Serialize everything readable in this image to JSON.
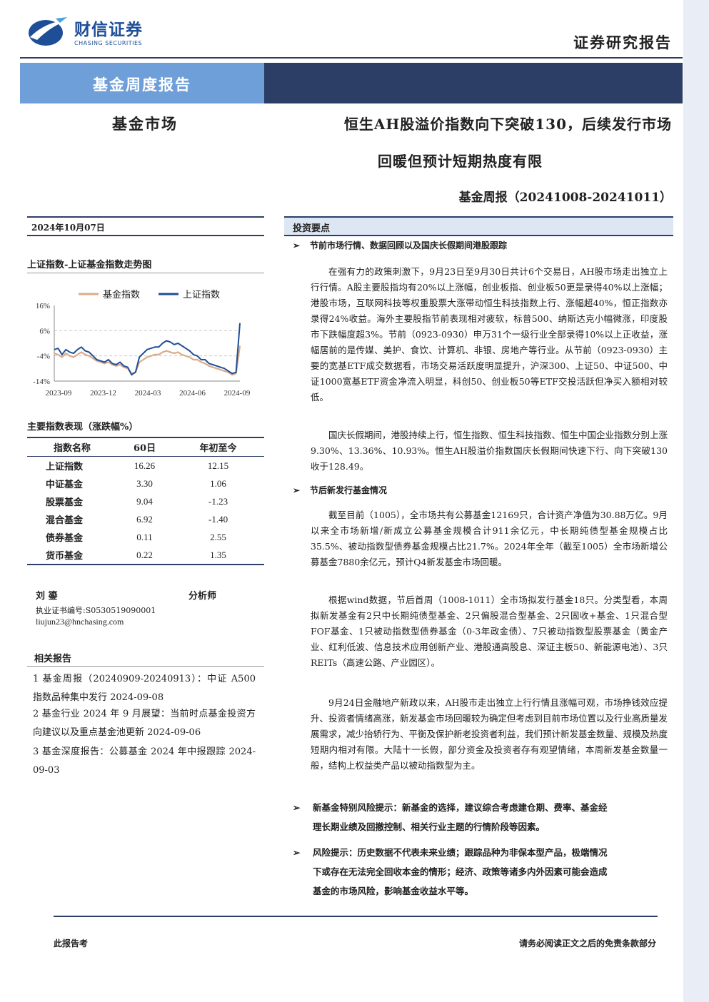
{
  "header": {
    "logo_cn": "财信证券",
    "logo_en": "CHASING SECURITIES",
    "report_type": "证券研究报告",
    "banner": "基金周度报告"
  },
  "section_name": "基金市场",
  "title_line1": "恒生AH股溢价指数向下突破130，后续发行市场",
  "title_line2": "回暖但预计短期热度有限",
  "subtitle": "基金周报（20241008-20241011）",
  "date": "2024年10月07日",
  "chart_title": "上证指数-上证基金指数走势图",
  "chart_data": {
    "type": "line",
    "legend_position": "top",
    "x_ticks": [
      "2023-09",
      "2023-12",
      "2024-03",
      "2024-06",
      "2024-09"
    ],
    "y_ticks": [
      "16%",
      "6%",
      "-4%",
      "-14%"
    ],
    "ylim": [
      -14,
      16
    ],
    "grid": "horizontal dashed",
    "series": [
      {
        "name": "基金指数",
        "color": "#d9ac8a",
        "values": [
          -3,
          -3.5,
          -4.5,
          -3,
          -4,
          -4.5,
          -3.5,
          -2.5,
          -3.5,
          -4,
          -5,
          -6,
          -6.5,
          -7,
          -6.5,
          -7.5,
          -8,
          -7.5,
          -8.5,
          -9,
          -11,
          -10.5,
          -6.5,
          -5.5,
          -4.5,
          -4,
          -3.5,
          -3.5,
          -2.5,
          -2,
          -2.5,
          -3,
          -2.5,
          -3.5,
          -4,
          -4.5,
          -5.5,
          -5.5,
          -6.5,
          -7,
          -8,
          -8.5,
          -9,
          -9.5,
          -10,
          -10.5,
          -11.5,
          -11,
          0
        ]
      },
      {
        "name": "上证指数",
        "color": "#1f4e99",
        "values": [
          -1.5,
          -1,
          -3.5,
          -1.5,
          -2.5,
          -3,
          -1.5,
          -0.5,
          -2,
          -2.5,
          -4,
          -5.5,
          -6,
          -6.5,
          -5.5,
          -7,
          -7.5,
          -6.5,
          -8,
          -8.5,
          -11.5,
          -10.5,
          -4.5,
          -3,
          -1.5,
          -1,
          -0.5,
          -0.5,
          1,
          2,
          1.5,
          0.5,
          1,
          0,
          -1,
          -2,
          -3.5,
          -4,
          -5.5,
          -5.5,
          -7,
          -7.5,
          -8,
          -8.5,
          -9,
          -10,
          -11,
          -10.5,
          9
        ]
      }
    ]
  },
  "perf_title": "主要指数表现（涨跌幅%）",
  "perf_table": {
    "headers": [
      "指数名称",
      "60日",
      "年初至今"
    ],
    "rows": [
      [
        "上证指数",
        "16.26",
        "12.15"
      ],
      [
        "中证基金",
        "3.30",
        "1.06"
      ],
      [
        "股票基金",
        "9.04",
        "-1.23"
      ],
      [
        "混合基金",
        "6.92",
        "-1.40"
      ],
      [
        "债券基金",
        "0.11",
        "2.55"
      ],
      [
        "货币基金",
        "0.22",
        "1.35"
      ]
    ]
  },
  "analyst": {
    "name": "刘   鎏",
    "role": "分析师",
    "license": "执业证书编号:S0530519090001",
    "email": "liujun23@hnchasing.com"
  },
  "related": {
    "title": "相关报告",
    "items": [
      "1 基金周报（20240909-20240913）：中证 A500 指数品种集中发行 2024-09-08",
      "2 基金行业 2024 年 9 月展望：当前时点基金投资方向建议以及重点基金池更新 2024-09-06",
      "3 基金深度报告：公募基金 2024 年中报跟踪 2024-09-03"
    ]
  },
  "invest": {
    "title": "投资要点",
    "arrow": "➢",
    "h1": "节前市场行情、数据回顾以及国庆长假期间港股跟踪",
    "p1": "在强有力的政策刺激下，9月23日至9月30日共计6个交易日，AH股市场走出独立上行行情。A股主要股指均有20%以上涨幅，创业板指、创业板50更是录得40%以上涨幅；港股市场，互联网科技等权重股票大涨带动恒生科技指数上行、涨幅超40%，恒正指数亦录得24%收益。海外主要股指节前表现相对疲软，标普500、纳斯达克小幅微涨，印度股市下跌幅度超3%。节前（0923-0930）申万31个一级行业全部录得10%以上正收益，涨幅居前的是传媒、美护、食饮、计算机、非银、房地产等行业。从节前（0923-0930）主要的宽基ETF成交数据看，市场交易活跃度明显提升，沪深300、上证50、中证500、中证1000宽基ETF资金净流入明显，科创50、创业板50等ETF交投活跃但净买入额相对较低。",
    "p2": "国庆长假期间，港股持续上行，恒生指数、恒生科技指数、恒生中国企业指数分别上涨9.30%、13.36%、10.93%。恒生AH股溢价指数国庆长假期间快速下行、向下突破130收于128.49。",
    "h2": "节后新发行基金情况",
    "p3": "截至目前（1005），全市场共有公募基金12169只，合计资产净值为30.88万亿。9月以来全市场新增/新成立公募基金规模合计911余亿元，中长期纯债型基金规模占比35.5%、被动指数型债券基金规模占比21.7%。2024年全年（截至1005）全市场新增公募基金7880余亿元，预计Q4新发基金市场回暖。",
    "p4": "根据wind数据，节后首周（1008-1011）全市场拟发行基金18只。分类型看，本周拟新发基金有2只中长期纯债型基金、2只偏股混合型基金、2只固收+基金、1只混合型FOF基金、1只被动指数型债券基金（0-3年政金债）、7只被动指数型股票基金（黄金产业、红利低波、信息技术应用创新产业、港股通高股息、深证主板50、新能源电池）、3只REITs（高速公路、产业园区）。",
    "p5": "9月24日金融地产新政以来，AH股市走出独立上行行情且涨幅可观，市场挣钱效应提升、投资者情绪高涨，新发基金市场回暖较为确定但考虑到目前市场位置以及行业高质量发展需求，减少抬轿行为、平衡及保护新老投资者利益，我们预计新发基金数量、规模及热度短期内相对有限。大陆十一长假，部分资金及投资者存有观望情绪，本周新发基金数量一般，结构上权益类产品以被动指数型为主。",
    "risk1a": "新基金特别风险提示：新基金的选择，建议综合考虑建仓期、费率、基金经",
    "risk1b": "理长期业绩及回撤控制、相关行业主题的行情阶段等因素。",
    "risk2a": "风险提示：历史数据不代表未来业绩；跟踪品种为非保本型产品，极端情况",
    "risk2b": "下或存在无法完全回收本金的情形；经济、政策等诸多内外因素可能会造成",
    "risk2c": "基金的市场风险，影响基金收益水平等。"
  },
  "footer": {
    "left": "此报告考",
    "right": "请务必阅读正文之后的免责条款部分"
  }
}
